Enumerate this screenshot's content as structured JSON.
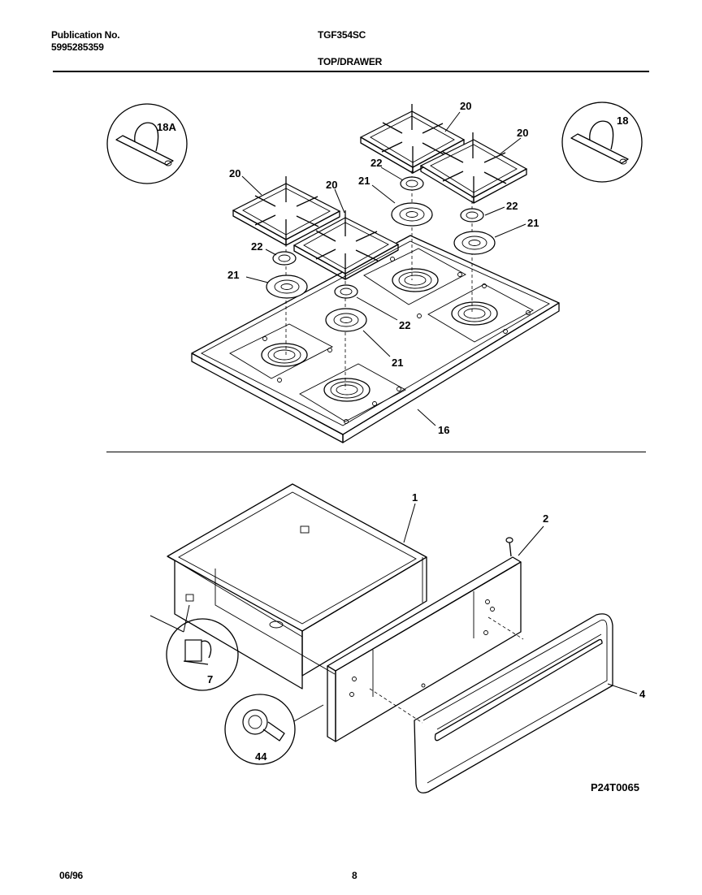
{
  "header": {
    "publication_label": "Publication No.",
    "publication_number": "5995285359",
    "model": "TGF354SC",
    "section_title": "TOP/DRAWER"
  },
  "diagram": {
    "part_labels": {
      "p16": "16",
      "p18": "18",
      "p18a": "18A",
      "p20": "20",
      "p21": "21",
      "p22": "22",
      "p1": "1",
      "p2": "2",
      "p4": "4",
      "p7": "7",
      "p44": "44"
    },
    "drawing_code": "P24T0065"
  },
  "footer": {
    "date": "06/96",
    "page_number": "8"
  }
}
